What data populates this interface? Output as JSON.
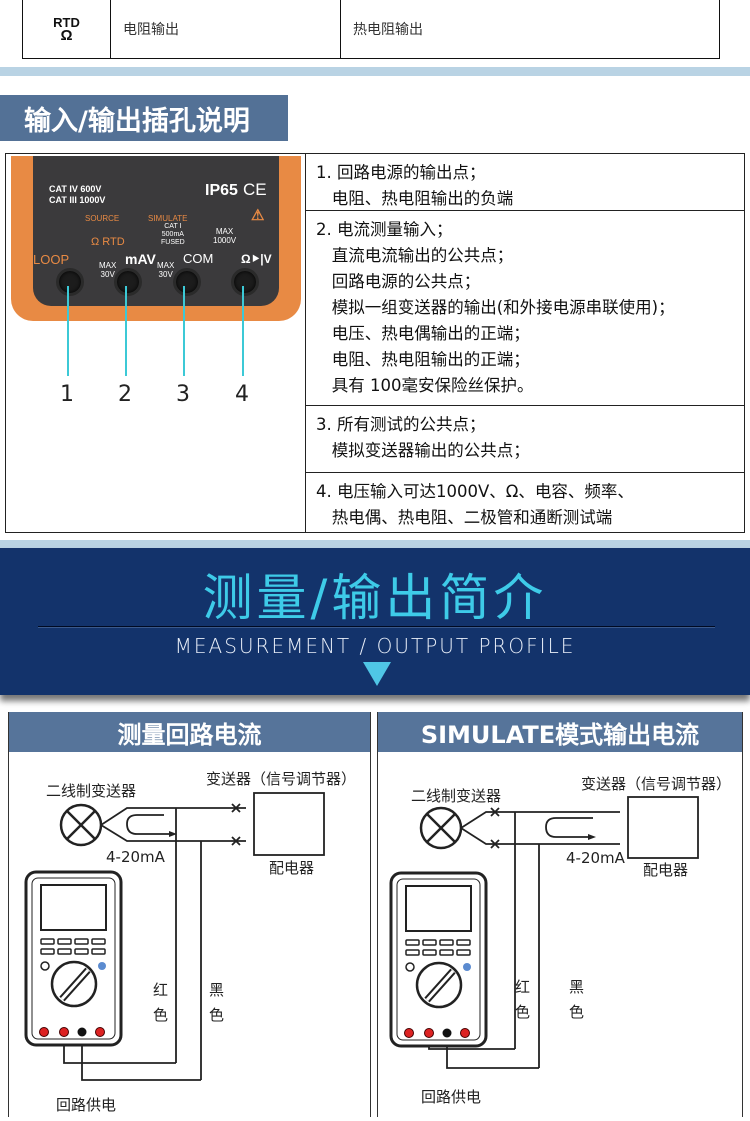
{
  "top_table": {
    "symbol_top": "RTD",
    "symbol_bottom": "Ω",
    "col2": "电阻输出",
    "col3": "热电阻输出"
  },
  "section_heading": "输入/输出插孔说明",
  "photo": {
    "cat1": "CAT IV 600V",
    "cat2": "CAT III 1000V",
    "ip": "IP65",
    "ce": "CE",
    "source": "SOURCE",
    "simulate": "SIMULATE",
    "rtd": "Ω RTD",
    "cat_i": "CAT I",
    "fused1": "500mA",
    "fused2": "FUSED",
    "max1000_1": "MAX",
    "max1000_2": "1000V",
    "loop": "LOOP",
    "mav": "mAV",
    "com": "COM",
    "ohmv": "Ω⯈|V",
    "max30a": "MAX",
    "max30b": "30V",
    "max30c": "MAX",
    "max30d": "30V",
    "numbers": [
      "1",
      "2",
      "3",
      "4"
    ]
  },
  "descriptions": [
    "1. 回路电源的输出点；\n   电阻、热电阻输出的负端",
    "2. 电流测量输入；\n   直流电流输出的公共点；\n   回路电源的公共点；\n   模拟一组变送器的输出(和外接电源串联使用)；\n   电压、热电偶输出的正端；\n   电阻、热电阻输出的正端；\n   具有 100毫安保险丝保护。",
    "3. 所有测试的公共点；\n   模拟变送器输出的公共点；",
    "4. 电压输入可达1000V、Ω、电容、频率、\n   热电偶、热电阻、二极管和通断测试端"
  ],
  "banner": {
    "title": "测量/输出简介",
    "subtitle": "MEASUREMENT / OUTPUT PROFILE"
  },
  "panels": [
    {
      "title": "测量回路电流",
      "transmitter": "二线制变送器",
      "conditioner": "变送器（信号调节器）",
      "current": "4-20mA",
      "distributor": "配电器",
      "red1": "红",
      "red2": "色",
      "black1": "黑",
      "black2": "色",
      "loop_power": "回路供电"
    },
    {
      "title": "SIMULATE模式输出电流",
      "transmitter": "二线制变送器",
      "conditioner": "变送器（信号调节器）",
      "current": "4-20mA",
      "distributor": "配电器",
      "red1": "红",
      "red2": "色",
      "black1": "黑",
      "black2": "色",
      "loop_power": "回路供电"
    }
  ],
  "colors": {
    "heading": "#537196",
    "banner": "#13336b",
    "banner_title": "#3ecbe8",
    "panel_head": "#56749a",
    "light_bar": "#b9d3e4"
  }
}
